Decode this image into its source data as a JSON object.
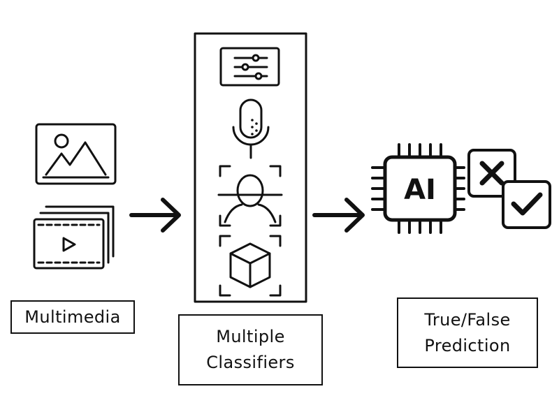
{
  "labels": {
    "multimedia": "Multimedia",
    "classifiers_line1": "Multiple",
    "classifiers_line2": "Classifiers",
    "prediction_line1": "True/False",
    "prediction_line2": "Prediction"
  },
  "chip": {
    "text": "AI"
  },
  "icons": {
    "input": [
      "image-icon",
      "video-stack-icon"
    ],
    "classifiers": [
      "sliders-icon",
      "microphone-icon",
      "face-scan-icon",
      "cube-scan-icon"
    ],
    "output": [
      "ai-chip-icon",
      "false-cross-icon",
      "true-check-icon"
    ]
  },
  "colors": {
    "ink": "#111111",
    "background": "#ffffff"
  }
}
